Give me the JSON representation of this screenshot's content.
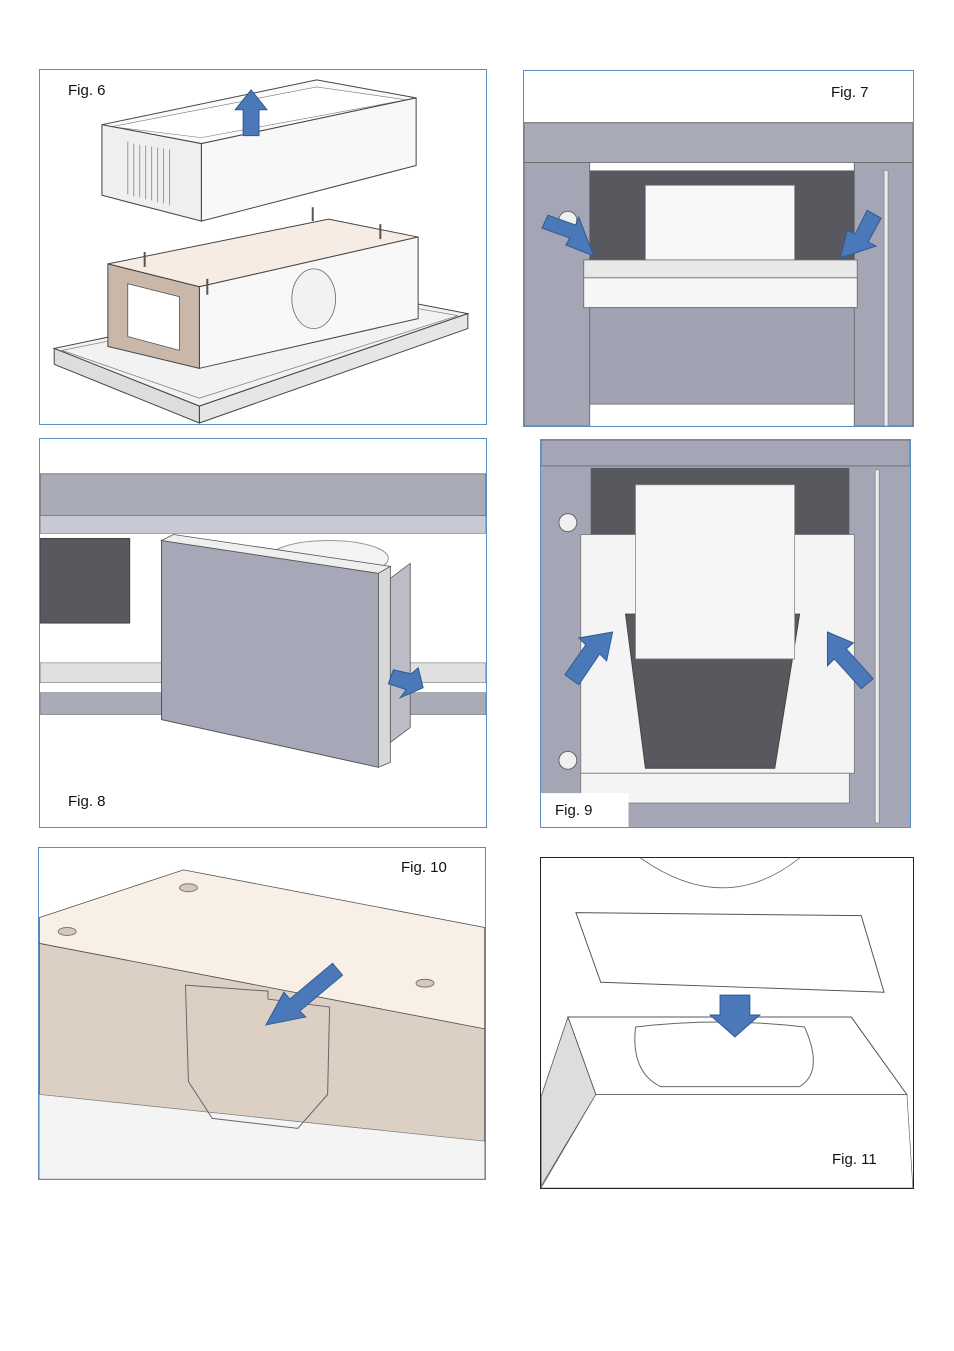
{
  "figures": [
    {
      "id": "fig6",
      "label": "Fig. 6"
    },
    {
      "id": "fig7",
      "label": "Fig. 7"
    },
    {
      "id": "fig8",
      "label": "Fig. 8"
    },
    {
      "id": "fig9",
      "label": "Fig. 9"
    },
    {
      "id": "fig10",
      "label": "Fig. 10"
    },
    {
      "id": "fig11",
      "label": "Fig. 11"
    }
  ],
  "colors": {
    "frame_border": "#5b8fc4",
    "arrow_fill": "#4a78b8",
    "arrow_stroke": "#2f5a93",
    "housing_gray": "#a4a6b5",
    "dark_gray": "#58595e",
    "beige": "#e8dcd0"
  }
}
